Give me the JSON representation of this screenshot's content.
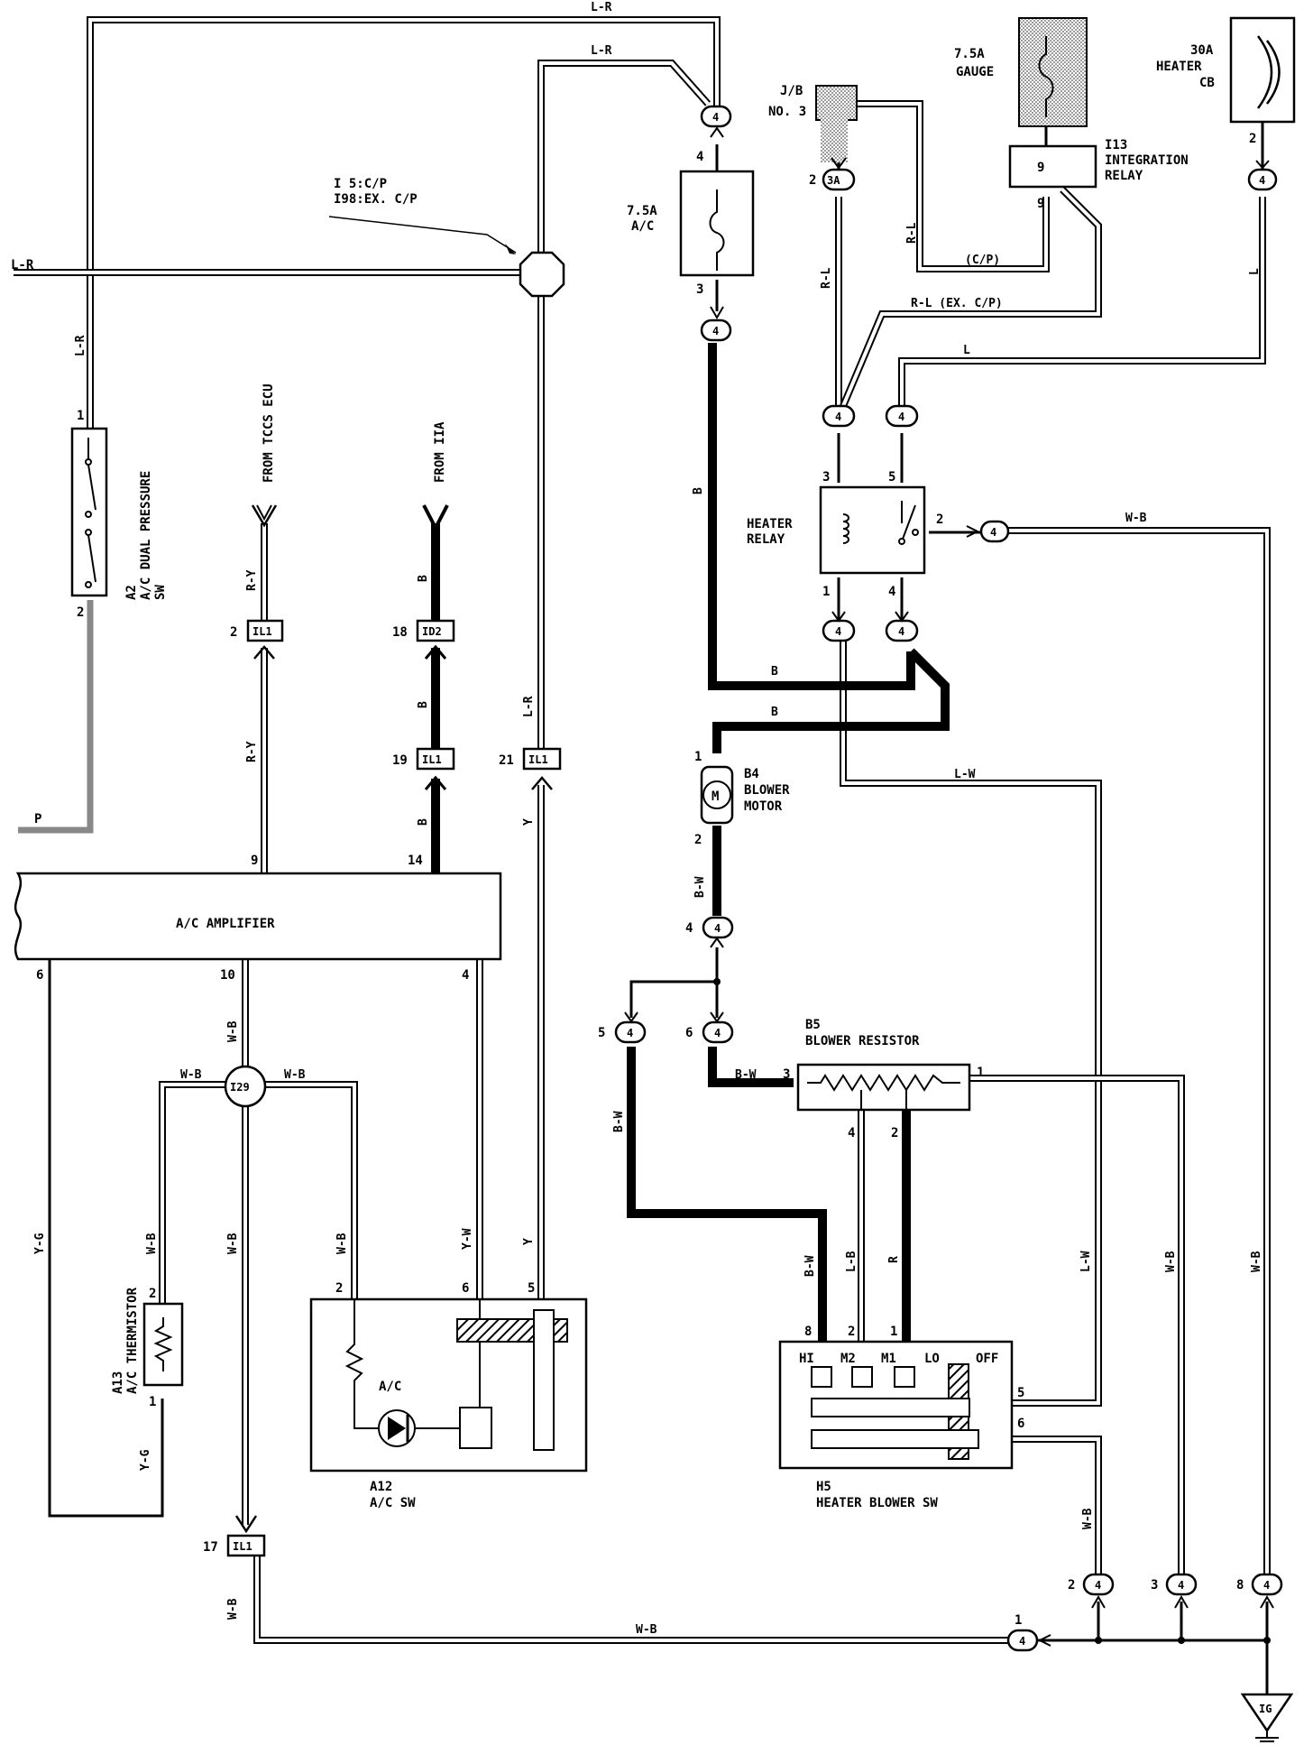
{
  "wire_colors": {
    "lr": "L-R",
    "ry": "R-Y",
    "b": "B",
    "bw": "B-W",
    "wb": "W-B",
    "yg": "Y-G",
    "yw": "Y-W",
    "y": "Y",
    "p": "P",
    "l": "L",
    "lw": "L-W",
    "lb": "L-B",
    "r": "R",
    "rl": "R-L",
    "rl_ex": "R-L (EX. C/P)",
    "cp": "(C/P)"
  },
  "components": {
    "dual_pressure": {
      "code": "A2",
      "name": "A/C DUAL PRESSURE",
      "suffix": "SW"
    },
    "amplifier": {
      "name": "A/C AMPLIFIER"
    },
    "thermistor": {
      "code": "A13",
      "name": "A/C THERMISTOR"
    },
    "ac_sw": {
      "code": "A12",
      "name": "A/C SW",
      "inner": "A/C"
    },
    "blower_motor": {
      "code": "B4",
      "name1": "BLOWER",
      "name2": "MOTOR",
      "symbol": "M"
    },
    "blower_resistor": {
      "code": "B5",
      "name": "BLOWER RESISTOR"
    },
    "heater_blower_sw": {
      "code": "H5",
      "name": "HEATER BLOWER SW",
      "positions": [
        "HI",
        "M2",
        "M1",
        "LO",
        "OFF"
      ]
    },
    "heater_relay": {
      "name1": "HEATER",
      "name2": "RELAY"
    },
    "integration_relay": {
      "code": "I13",
      "name1": "INTEGRATION",
      "name2": "RELAY"
    },
    "fuse_ac": {
      "rating": "7.5A",
      "name": "A/C"
    },
    "fuse_gauge": {
      "rating": "7.5A",
      "name": "GAUGE"
    },
    "heater_cb": {
      "rating": "30A",
      "name1": "HEATER",
      "name2": "CB"
    },
    "jb": {
      "name1": "J/B",
      "name2": "NO. 3"
    }
  },
  "splice_note": {
    "line1": "I 5:C/P",
    "line2": "I98:EX. C/P"
  },
  "sources": {
    "tccs": "FROM TCCS ECU",
    "iia": "FROM IIA"
  },
  "connectors": {
    "il1": "IL1",
    "id2": "ID2",
    "i29": "I29",
    "c4": "4",
    "c3a": "3A",
    "ig": "IG"
  }
}
